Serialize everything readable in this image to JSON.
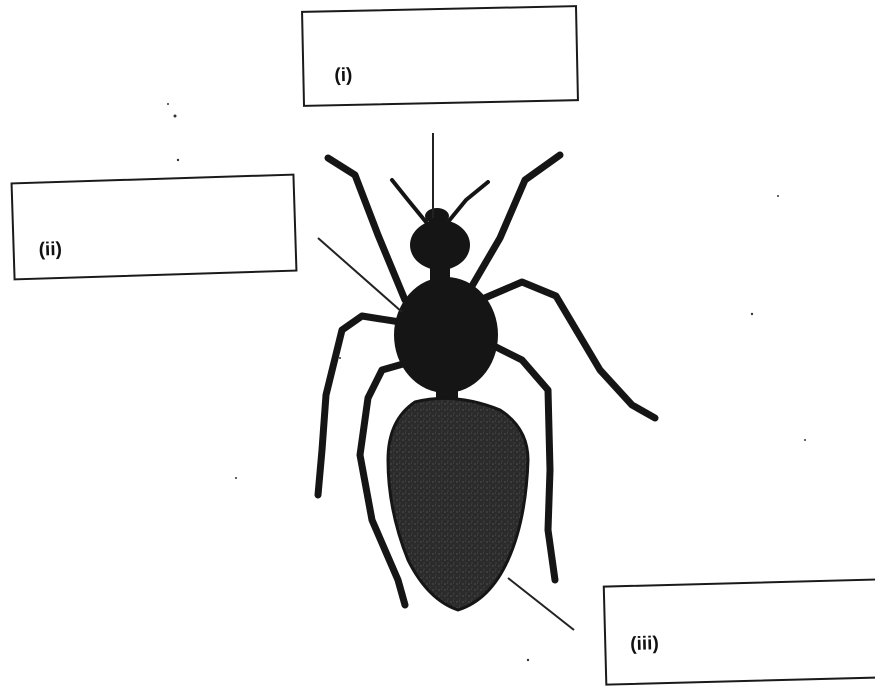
{
  "labels": {
    "i": "(i)",
    "ii": "(ii)",
    "iii": "(iii)"
  },
  "colors": {
    "insect": "#151515",
    "abdomen": "#262626",
    "line": "#222222",
    "box_border": "#1a1a1a"
  }
}
